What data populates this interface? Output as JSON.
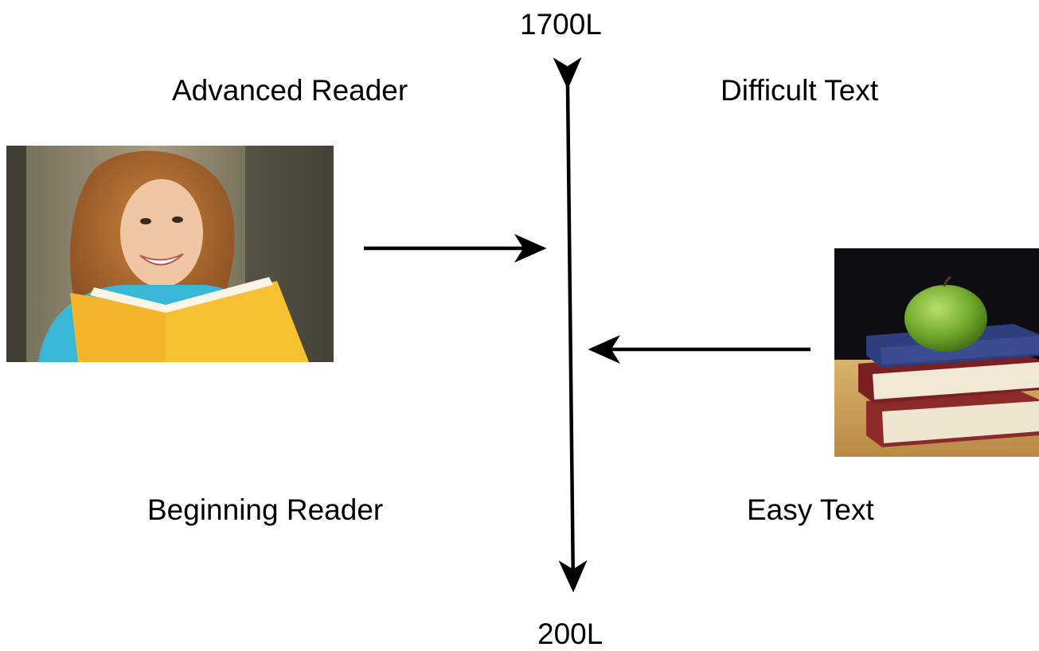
{
  "scale": {
    "top_label": "1700L",
    "bottom_label": "200L"
  },
  "reader": {
    "top_label": "Advanced Reader",
    "bottom_label": "Beginning Reader",
    "image": "girl-reading-book-photo"
  },
  "text": {
    "top_label": "Difficult Text",
    "bottom_label": "Easy Text",
    "image": "books-with-apple-photo"
  },
  "colors": {
    "arrow": "#000000",
    "background": "#ffffff"
  }
}
